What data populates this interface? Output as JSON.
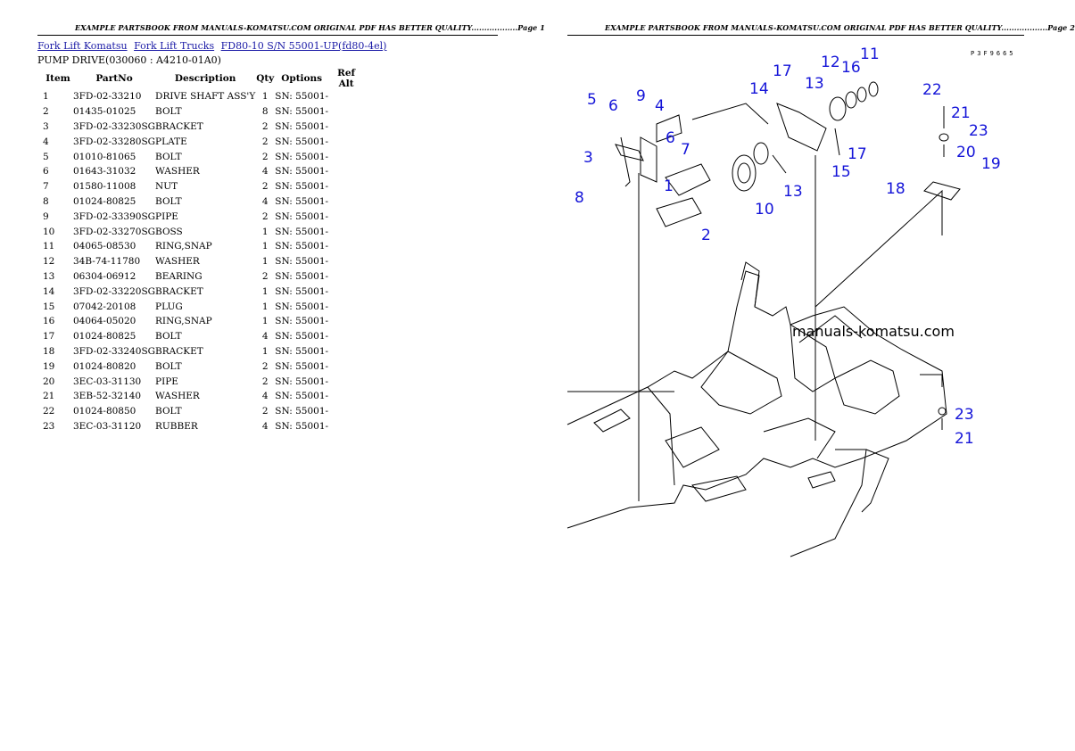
{
  "header": {
    "left_text": "EXAMPLE PARTSBOOK FROM MANUALS-KOMATSU.COM ORIGINAL PDF HAS BETTER QUALITY..................Page 1",
    "right_text": "EXAMPLE PARTSBOOK FROM MANUALS-KOMATSU.COM ORIGINAL PDF HAS BETTER QUALITY..................Page 2"
  },
  "breadcrumb": {
    "links": [
      "Fork Lift Komatsu",
      "Fork Lift Trucks",
      "FD80-10 S/N 55001-UP(fd80-4el)"
    ]
  },
  "subtitle": "PUMP DRIVE(030060 : A4210-01A0)",
  "table": {
    "headers": [
      "Item",
      "PartNo",
      "Description",
      "Qty",
      "Options",
      "Ref Alt"
    ],
    "rows": [
      [
        "1",
        "3FD-02-33210",
        "DRIVE SHAFT ASS'Y",
        "1",
        "SN: 55001-",
        ""
      ],
      [
        "2",
        "01435-01025",
        "BOLT",
        "8",
        "SN: 55001-",
        ""
      ],
      [
        "3",
        "3FD-02-33230SG",
        "BRACKET",
        "2",
        "SN: 55001-",
        ""
      ],
      [
        "4",
        "3FD-02-33280SG",
        "PLATE",
        "2",
        "SN: 55001-",
        ""
      ],
      [
        "5",
        "01010-81065",
        "BOLT",
        "2",
        "SN: 55001-",
        ""
      ],
      [
        "6",
        "01643-31032",
        "WASHER",
        "4",
        "SN: 55001-",
        ""
      ],
      [
        "7",
        "01580-11008",
        "NUT",
        "2",
        "SN: 55001-",
        ""
      ],
      [
        "8",
        "01024-80825",
        "BOLT",
        "4",
        "SN: 55001-",
        ""
      ],
      [
        "9",
        "3FD-02-33390SG",
        "PIPE",
        "2",
        "SN: 55001-",
        ""
      ],
      [
        "10",
        "3FD-02-33270SG",
        "BOSS",
        "1",
        "SN: 55001-",
        ""
      ],
      [
        "11",
        "04065-08530",
        "RING,SNAP",
        "1",
        "SN: 55001-",
        ""
      ],
      [
        "12",
        "34B-74-11780",
        "WASHER",
        "1",
        "SN: 55001-",
        ""
      ],
      [
        "13",
        "06304-06912",
        "BEARING",
        "2",
        "SN: 55001-",
        ""
      ],
      [
        "14",
        "3FD-02-33220SG",
        "BRACKET",
        "1",
        "SN: 55001-",
        ""
      ],
      [
        "15",
        "07042-20108",
        "PLUG",
        "1",
        "SN: 55001-",
        ""
      ],
      [
        "16",
        "04064-05020",
        "RING,SNAP",
        "1",
        "SN: 55001-",
        ""
      ],
      [
        "17",
        "01024-80825",
        "BOLT",
        "4",
        "SN: 55001-",
        ""
      ],
      [
        "18",
        "3FD-02-33240SG",
        "BRACKET",
        "1",
        "SN: 55001-",
        ""
      ],
      [
        "19",
        "01024-80820",
        "BOLT",
        "2",
        "SN: 55001-",
        ""
      ],
      [
        "20",
        "3EC-03-31130",
        "PIPE",
        "2",
        "SN: 55001-",
        ""
      ],
      [
        "21",
        "3EB-52-32140",
        "WASHER",
        "4",
        "SN: 55001-",
        ""
      ],
      [
        "22",
        "01024-80850",
        "BOLT",
        "2",
        "SN: 55001-",
        ""
      ],
      [
        "23",
        "3EC-03-31120",
        "RUBBER",
        "4",
        "SN: 55001-",
        ""
      ]
    ]
  },
  "diagram": {
    "code": "P3F9665",
    "watermark": "manuals-komatsu.com",
    "callouts": [
      "1",
      "2",
      "3",
      "4",
      "5",
      "6",
      "6",
      "7",
      "8",
      "9",
      "10",
      "11",
      "12",
      "13",
      "13",
      "14",
      "15",
      "16",
      "17",
      "17",
      "18",
      "19",
      "20",
      "21",
      "21",
      "22",
      "23",
      "23"
    ],
    "callout_color": "#1414d8"
  }
}
